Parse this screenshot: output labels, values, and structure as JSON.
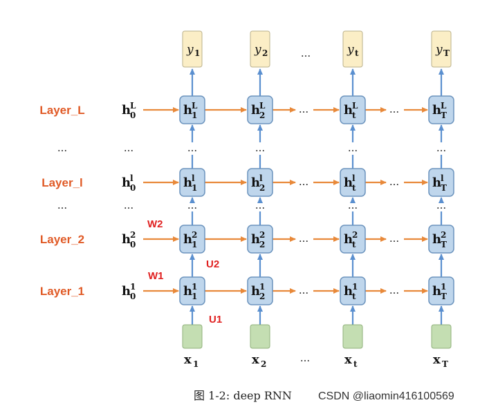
{
  "layers": [
    {
      "label": "Layer_L",
      "sup": "L"
    },
    {
      "label": "Layer_l",
      "sup": "l"
    },
    {
      "label": "Layer_2",
      "sup": "2"
    },
    {
      "label": "Layer_1",
      "sup": "1"
    }
  ],
  "layer_ellipsis": "...",
  "columns": [
    {
      "sub": "1",
      "x_label": "1"
    },
    {
      "sub": "2",
      "x_label": "2"
    },
    {
      "sub": "t",
      "x_label": "t"
    },
    {
      "sub": "T",
      "x_label": "T"
    }
  ],
  "hidden_letter": "h",
  "initial_sub": "0",
  "output_letter": "y",
  "input_letter": "x",
  "ellipsis": "...",
  "weights": {
    "w2": "W2",
    "u2": "U2",
    "w1": "W1",
    "u1": "U1"
  },
  "caption": "图 1-2: deep RNN",
  "watermark": "CSDN @liaomin416100569",
  "colors": {
    "node_fill": "#bfd6ec",
    "node_stroke": "#6b93bd",
    "output_fill": "#fbeec6",
    "input_fill": "#c4deb2",
    "orange_arrow": "#e8893a",
    "blue_arrow": "#5a8fcf",
    "layer_label": "#e05a26",
    "weight_label": "#e02020"
  }
}
